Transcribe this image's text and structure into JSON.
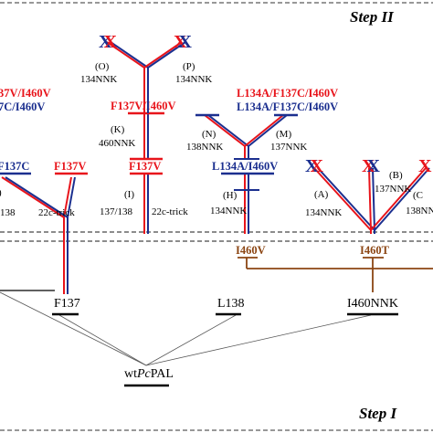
{
  "steps": {
    "upper": "Step II",
    "lower": "Step I"
  },
  "root": {
    "prefix": "wt",
    "italic": "Pc",
    "suffix": "PAL"
  },
  "targets": {
    "f137": "F137",
    "l138": "L138",
    "i460": "I460NNK"
  },
  "step1_variants": {
    "i460v": "I460V",
    "i460t": "I460T"
  },
  "mutants": {
    "f137c": "F137C",
    "f137v": "F137V",
    "f137v_i460v": "F137V/I460V",
    "l134a_i460v": "L134A/I460V",
    "l134a_f137c_i460v_red": "L134A/F137C/I460V",
    "l134a_f137c_i460v_blue": "L134A/F137C/I460V",
    "cut_red": "37V/I460V",
    "cut_blue": "7C/I460V"
  },
  "libraries": {
    "K": "(K)",
    "K_site": "460NNK",
    "I": "(I)",
    "I_site": "137/138",
    "I_method": "22c-trick",
    "left_site": "/138",
    "left_method": "22c-trick",
    "O": "(O)",
    "O_site": "134NNK",
    "P": "(P)",
    "P_site": "134NNK",
    "N": "(N)",
    "N_site": "138NNK",
    "M": "(M)",
    "M_site": "137NNK",
    "H": "(H)",
    "H_site": "134NNK",
    "A": "(A)",
    "A_site": "134NNK",
    "B": "(B)",
    "B_site": "137NNK",
    "C": "(C",
    "C_site": "138NN"
  },
  "marks": {
    "x": "X"
  },
  "colors": {
    "red": "#e8141b",
    "blue": "#1b2f8f",
    "brown": "#8b4513",
    "grey": "#777777"
  }
}
